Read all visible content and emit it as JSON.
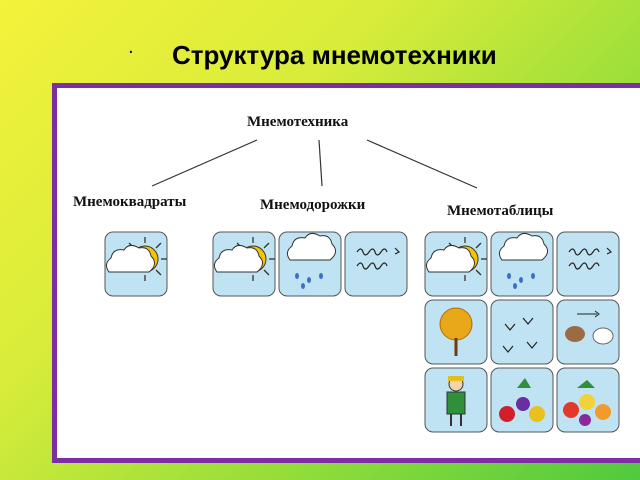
{
  "slide": {
    "bullet": "·",
    "title": "Структура мнемотехники",
    "frame_color": "#7b2fa2"
  },
  "diagram": {
    "root": "Мнемотехника",
    "branches": [
      {
        "label": "Мнемоквадраты",
        "cards": [
          "sun-cloud-icon"
        ]
      },
      {
        "label": "Мнемодорожки",
        "cards": [
          "sun-cloud-icon",
          "rain-cloud-icon",
          "wind-icon"
        ]
      },
      {
        "label": "Мнемотаблицы",
        "cards": [
          "sun-cloud-icon",
          "rain-cloud-icon",
          "wind-icon",
          "autumn-tree-icon",
          "flying-birds-icon",
          "hare-icon",
          "boy-in-coat-icon",
          "vegetables-icon",
          "fruits-icon"
        ]
      }
    ],
    "card_color": "#bfe3f2"
  }
}
